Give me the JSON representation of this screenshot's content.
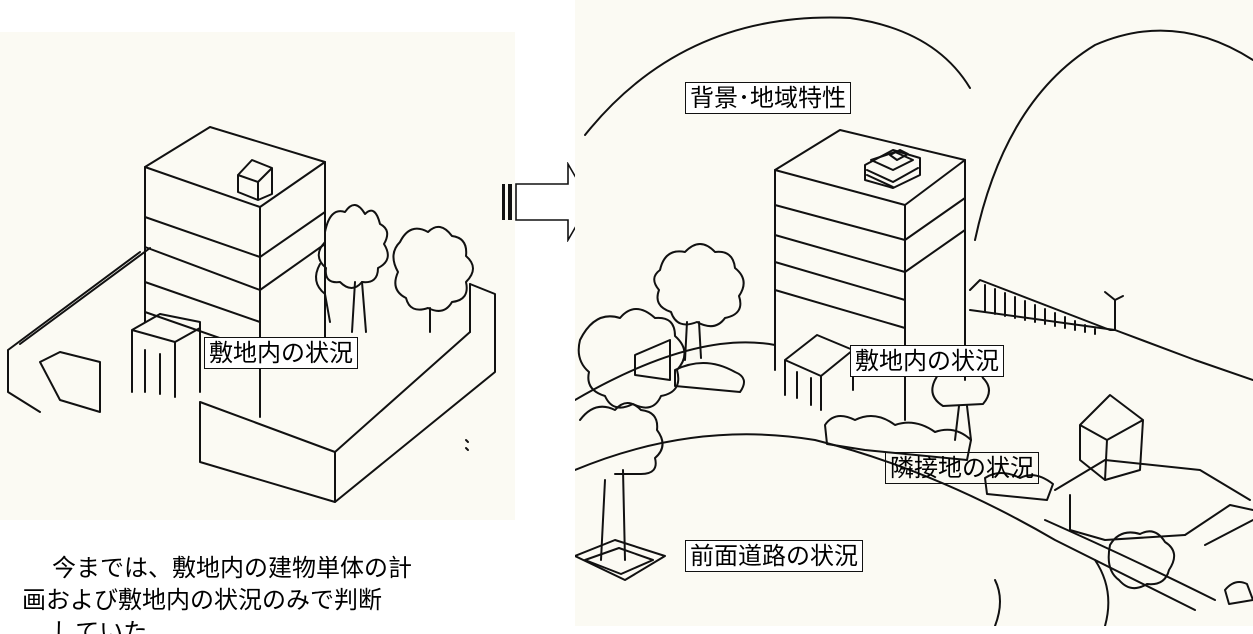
{
  "labels": {
    "left_site": "敷地内の状況",
    "right_background": "背景･地域特性",
    "right_site": "敷地内の状況",
    "right_adjacent": "隣接地の状況",
    "right_road": "前面道路の状況"
  },
  "caption": {
    "line1": "今までは、敷地内の建物単体の計",
    "line2": "画および敷地内の状況のみで判断",
    "line3": "していた"
  }
}
